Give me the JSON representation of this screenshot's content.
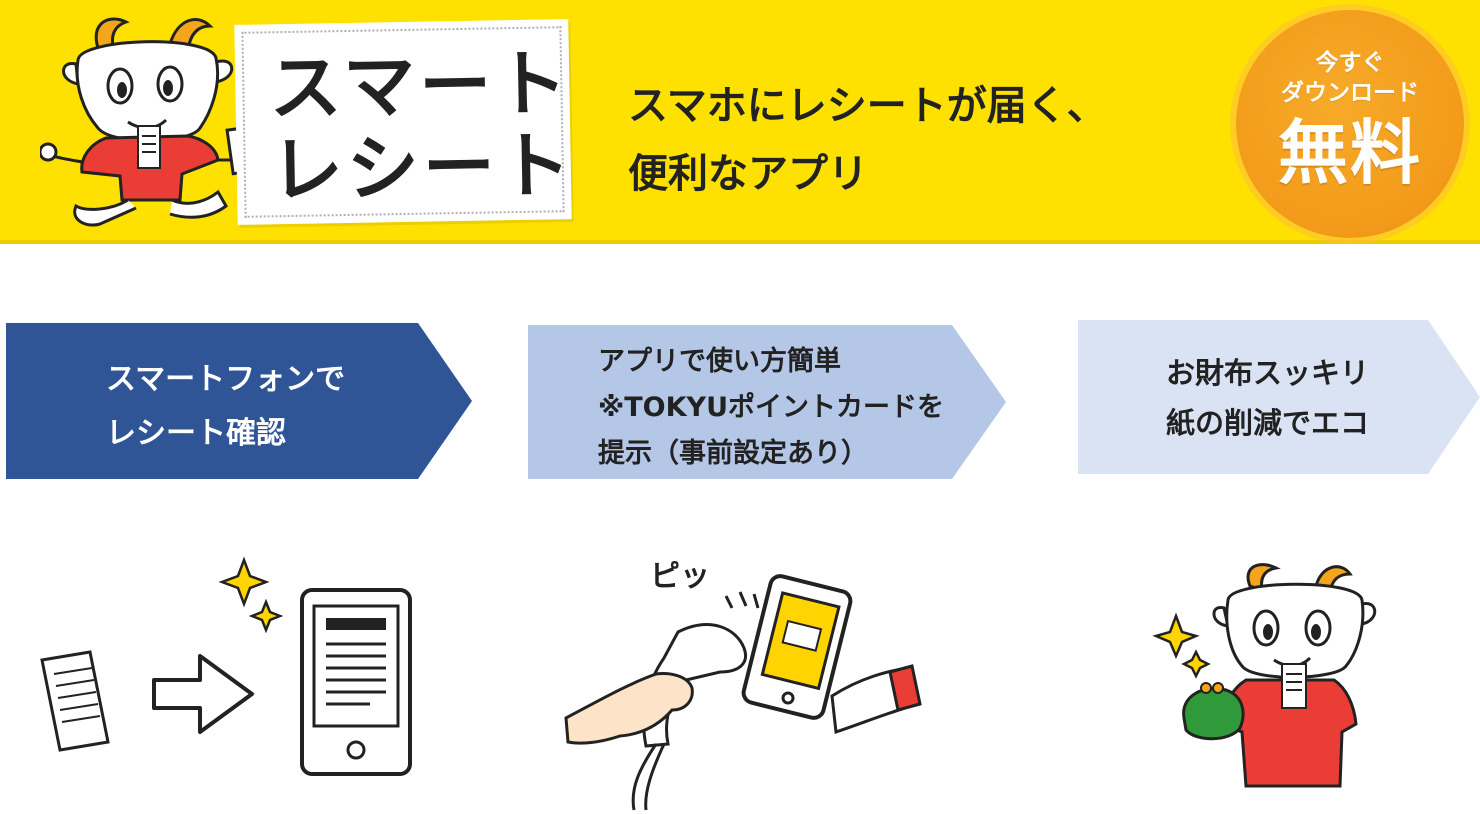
{
  "banner": {
    "logo_line1": "スマート",
    "logo_line2": "レシート",
    "tagline_line1": "スマホにレシートが届く、",
    "tagline_line2": "便利なアプリ",
    "badge_line1": "今すぐ",
    "badge_line2": "ダウンロード",
    "badge_line3": "無料",
    "background_color": "#ffe100",
    "badge_color": "#f39a1a"
  },
  "steps": [
    {
      "line1": "スマートフォンで",
      "line2": "レシート確認",
      "color": "#2f5597"
    },
    {
      "line1": "アプリで使い方簡単",
      "line2": "※TOKYUポイントカードを",
      "line3": "提示（事前設定あり）",
      "color": "#b4c7e7"
    },
    {
      "line1": "お財布スッキリ",
      "line2": "紙の削減でエコ",
      "color": "#dae3f3"
    }
  ],
  "illustrations": {
    "scan_sound": "ピッ"
  }
}
